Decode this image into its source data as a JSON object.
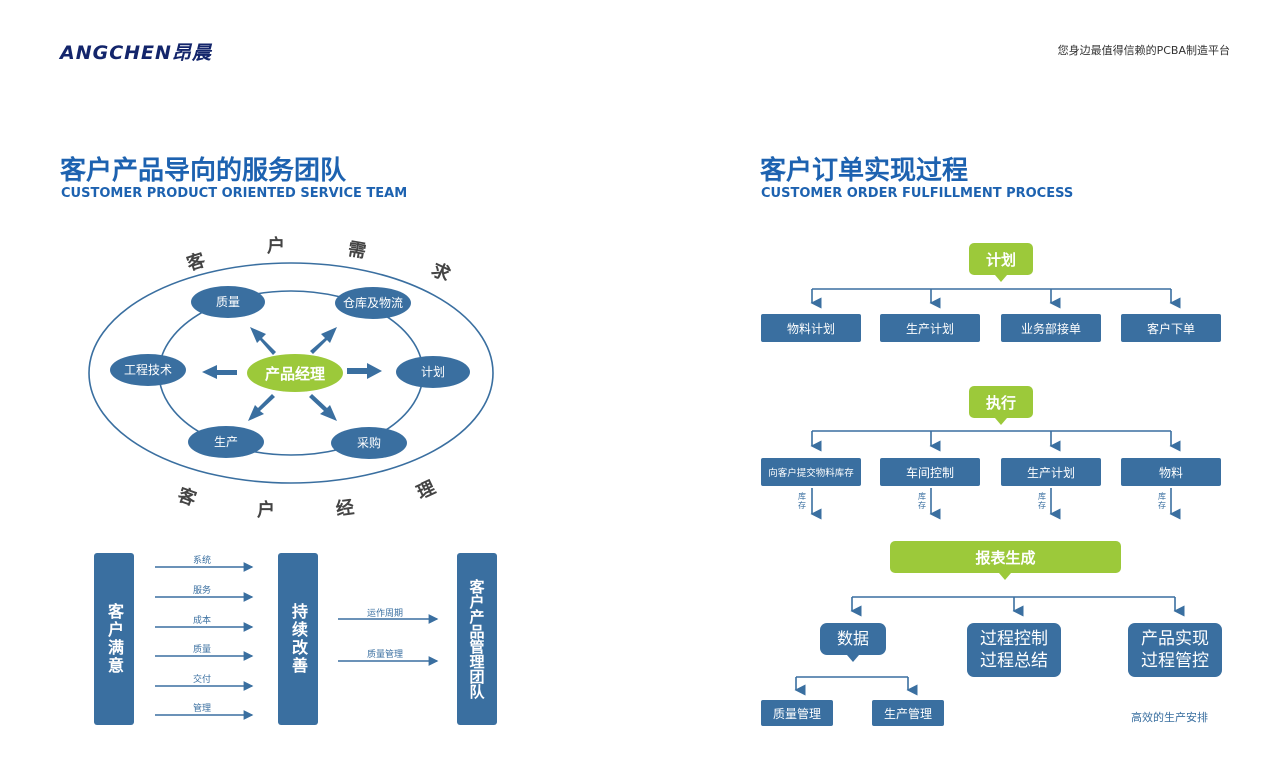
{
  "header": {
    "logo": "ANGCHEN昂晨",
    "tagline": "您身边最值得信赖的PCBA制造平台"
  },
  "left": {
    "title_cn": "客户产品导向的服务团队",
    "title_en": "CUSTOMER PRODUCT ORIENTED SERVICE TEAM",
    "top_arc_chars": [
      "客",
      "户",
      "需",
      "求"
    ],
    "bottom_arc_chars": [
      "客",
      "户",
      "经",
      "理"
    ],
    "center": "产品经理",
    "nodes": {
      "quality": "质量",
      "warehouse": "仓库及物流",
      "engineering": "工程技术",
      "plan": "计划",
      "production": "生产",
      "purchase": "采购"
    },
    "bar1": "客户满意",
    "bar1_labels": [
      "系统",
      "服务",
      "成本",
      "质量",
      "交付",
      "管理"
    ],
    "bar2": "持续改善",
    "bar2_labels": [
      "运作周期",
      "质量管理"
    ],
    "bar3": "客户产品管理团队"
  },
  "right": {
    "title_cn": "客户订单实现过程",
    "title_en": "CUSTOMER ORDER FULFILLMENT PROCESS",
    "plan": {
      "label": "计划",
      "items": [
        "物料计划",
        "生产计划",
        "业务部接单",
        "客户下单"
      ]
    },
    "execute": {
      "label": "执行",
      "items": [
        "向客户提交物料库存",
        "车间控制",
        "生产计划",
        "物料"
      ],
      "sub": "库存"
    },
    "report": {
      "label": "报表生成",
      "data": "数据",
      "control_line1": "过程控制",
      "control_line2": "过程总结",
      "realize_line1": "产品实现",
      "realize_line2": "过程管控",
      "data_items": [
        "质量管理",
        "生产管理"
      ],
      "note": "高效的生产安排"
    }
  },
  "colors": {
    "title_blue": "#1d62b0",
    "box_blue": "#3a6fa0",
    "green": "#9cc93a",
    "logo_navy": "#13256b"
  }
}
